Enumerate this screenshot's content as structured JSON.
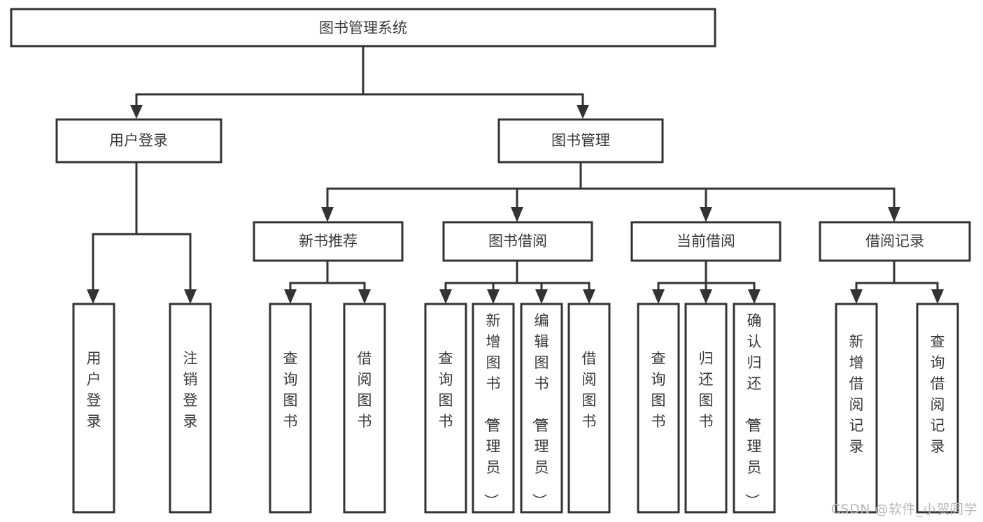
{
  "diagram": {
    "title": "图书管理系统",
    "type": "tree-hierarchy",
    "watermark": "CSDN @软件_小贺同学",
    "root": {
      "id": "root",
      "label": "图书管理系统"
    },
    "level2": [
      {
        "id": "user-login",
        "label": "用户登录"
      },
      {
        "id": "book-manage",
        "label": "图书管理"
      }
    ],
    "level3": [
      {
        "id": "new-book-recommend",
        "label": "新书推荐",
        "parent": "book-manage"
      },
      {
        "id": "book-borrow",
        "label": "图书借阅",
        "parent": "book-manage"
      },
      {
        "id": "current-borrow",
        "label": "当前借阅",
        "parent": "book-manage"
      },
      {
        "id": "borrow-record",
        "label": "借阅记录",
        "parent": "book-manage"
      }
    ],
    "leaves": {
      "user-login": [
        {
          "id": "leaf-user-login",
          "label": "用户登录"
        },
        {
          "id": "leaf-logout",
          "label": "注销登录"
        }
      ],
      "new-book-recommend": [
        {
          "id": "leaf-query-book-1",
          "label": "查询图书"
        },
        {
          "id": "leaf-borrow-book-1",
          "label": "借阅图书"
        }
      ],
      "book-borrow": [
        {
          "id": "leaf-query-book-2",
          "label": "查询图书"
        },
        {
          "id": "leaf-add-book",
          "label": "新增图书（管理员）"
        },
        {
          "id": "leaf-edit-book",
          "label": "编辑图书（管理员）"
        },
        {
          "id": "leaf-borrow-book-2",
          "label": "借阅图书"
        }
      ],
      "current-borrow": [
        {
          "id": "leaf-query-book-3",
          "label": "查询图书"
        },
        {
          "id": "leaf-return-book",
          "label": "归还图书"
        },
        {
          "id": "leaf-confirm-return",
          "label": "确认归还（管理员）"
        }
      ],
      "borrow-record": [
        {
          "id": "leaf-add-record",
          "label": "新增借阅记录"
        },
        {
          "id": "leaf-query-record",
          "label": "查询借阅记录"
        }
      ]
    },
    "colors": {
      "box_fill": "#ffffff",
      "box_stroke": "#333333",
      "text": "#3a3a3a",
      "watermark": "#b8b8b8",
      "background": "#ffffff"
    }
  }
}
